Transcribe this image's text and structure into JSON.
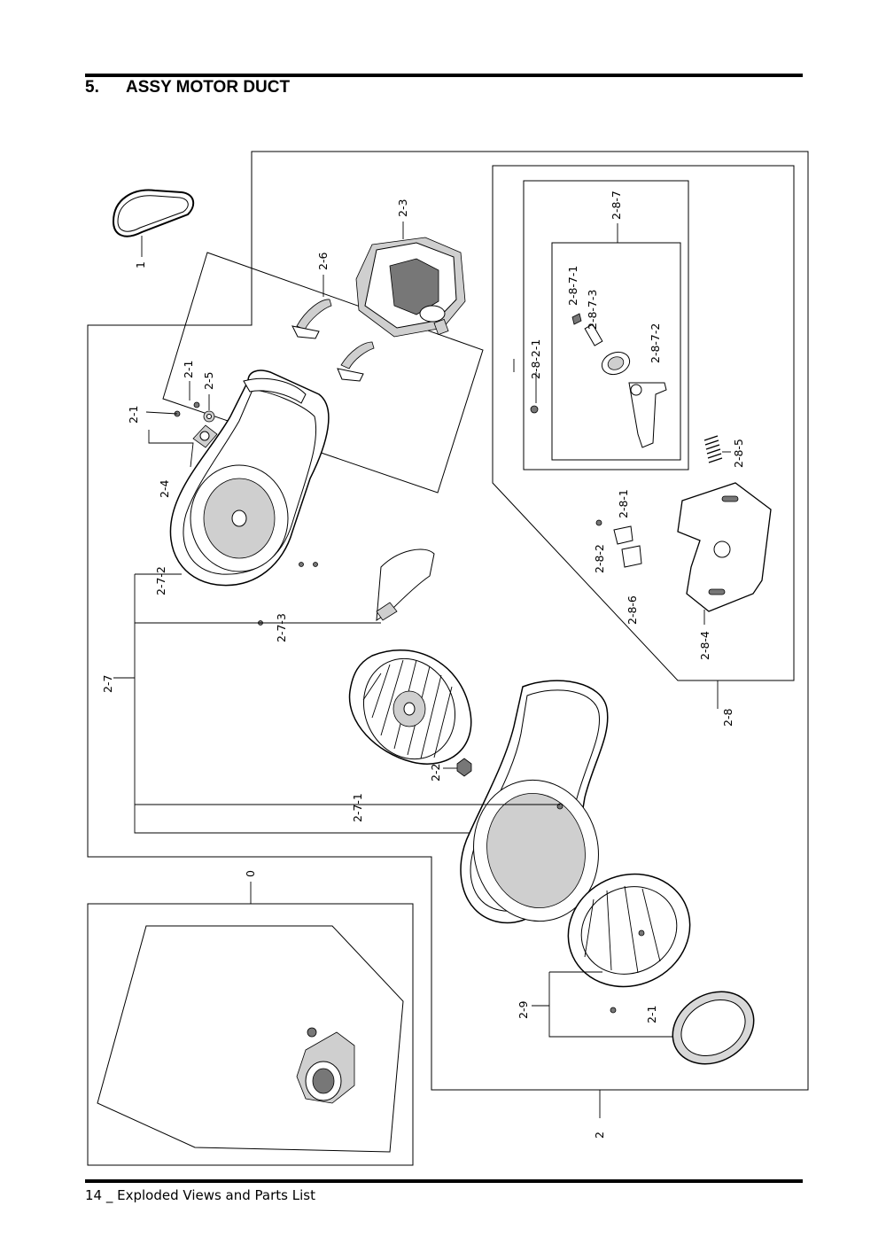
{
  "header": {
    "section_number": "5.",
    "section_title": "ASSY MOTOR DUCT"
  },
  "footer": {
    "page_label": "14 _ Exploded Views and Parts List"
  },
  "callouts": {
    "c0": "0",
    "c1": "1",
    "c2": "2",
    "c2_1a": "2-1",
    "c2_1b": "2-1",
    "c2_1c": "2-1",
    "c2_2": "2-2",
    "c2_3": "2-3",
    "c2_4": "2-4",
    "c2_5": "2-5",
    "c2_6": "2-6",
    "c2_7": "2-7",
    "c2_7_1": "2-7-1",
    "c2_7_2": "2-7-2",
    "c2_7_3": "2-7-3",
    "c2_8": "2-8",
    "c2_8_1": "2-8-1",
    "c2_8_2": "2-8-2",
    "c2_8_2_1": "2-8-2-1",
    "c2_8_4": "2-8-4",
    "c2_8_5": "2-8-5",
    "c2_8_6": "2-8-6",
    "c2_8_7": "2-8-7",
    "c2_8_7_1": "2-8-7-1",
    "c2_8_7_2": "2-8-7-2",
    "c2_8_7_3": "2-8-7-3",
    "c2_9": "2-9"
  }
}
